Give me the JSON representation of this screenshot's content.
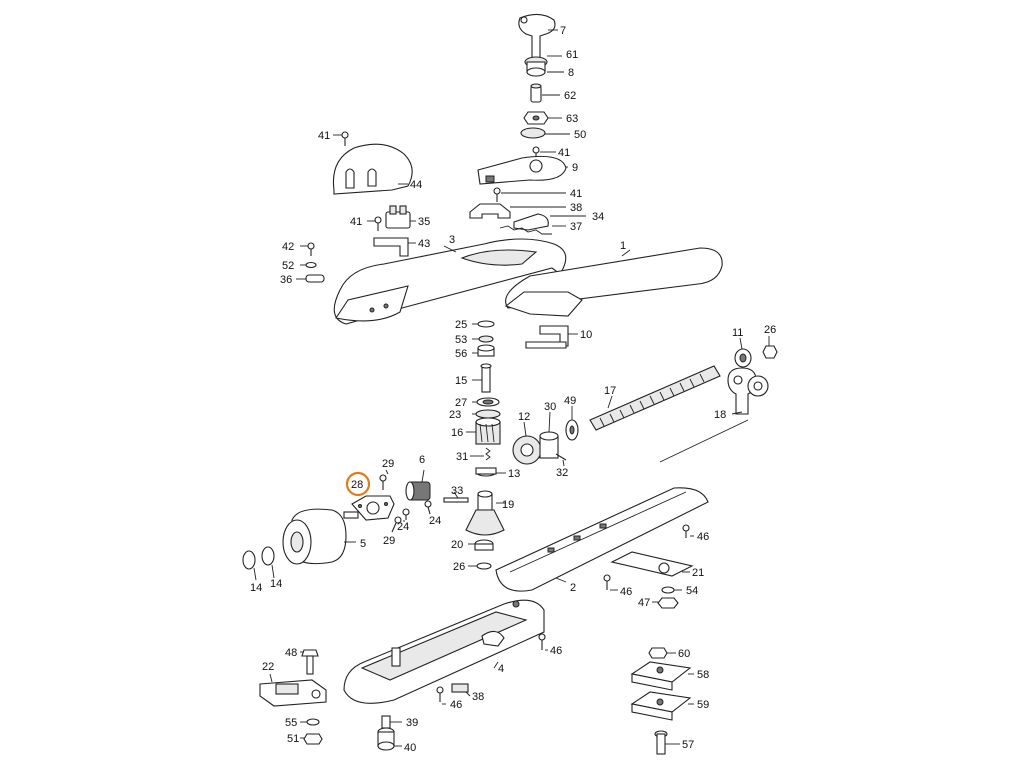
{
  "highlight": {
    "label": "28",
    "color": "#e07b1a"
  },
  "labels": [
    {
      "id": "p7",
      "text": "7"
    },
    {
      "id": "p61",
      "text": "61"
    },
    {
      "id": "p8",
      "text": "8"
    },
    {
      "id": "p62",
      "text": "62"
    },
    {
      "id": "p63",
      "text": "63"
    },
    {
      "id": "p50",
      "text": "50"
    },
    {
      "id": "p41a",
      "text": "41"
    },
    {
      "id": "p9",
      "text": "9"
    },
    {
      "id": "p41b",
      "text": "41"
    },
    {
      "id": "p38a",
      "text": "38"
    },
    {
      "id": "p34",
      "text": "34"
    },
    {
      "id": "p37",
      "text": "37"
    },
    {
      "id": "p41c",
      "text": "41"
    },
    {
      "id": "p44",
      "text": "44"
    },
    {
      "id": "p41d",
      "text": "41"
    },
    {
      "id": "p35",
      "text": "35"
    },
    {
      "id": "p43",
      "text": "43"
    },
    {
      "id": "p3",
      "text": "3"
    },
    {
      "id": "p1",
      "text": "1"
    },
    {
      "id": "p42",
      "text": "42"
    },
    {
      "id": "p52",
      "text": "52"
    },
    {
      "id": "p36",
      "text": "36"
    },
    {
      "id": "p25",
      "text": "25"
    },
    {
      "id": "p53",
      "text": "53"
    },
    {
      "id": "p56",
      "text": "56"
    },
    {
      "id": "p10",
      "text": "10"
    },
    {
      "id": "p11",
      "text": "11"
    },
    {
      "id": "p26a",
      "text": "26"
    },
    {
      "id": "p15",
      "text": "15"
    },
    {
      "id": "p17",
      "text": "17"
    },
    {
      "id": "p18",
      "text": "18"
    },
    {
      "id": "p27",
      "text": "27"
    },
    {
      "id": "p23",
      "text": "23"
    },
    {
      "id": "p12",
      "text": "12"
    },
    {
      "id": "p30",
      "text": "30"
    },
    {
      "id": "p49",
      "text": "49"
    },
    {
      "id": "p16",
      "text": "16"
    },
    {
      "id": "p31",
      "text": "31"
    },
    {
      "id": "p13",
      "text": "13"
    },
    {
      "id": "p32",
      "text": "32"
    },
    {
      "id": "p29a",
      "text": "29"
    },
    {
      "id": "p6",
      "text": "6"
    },
    {
      "id": "p28",
      "text": "28"
    },
    {
      "id": "p33",
      "text": "33"
    },
    {
      "id": "p19",
      "text": "19"
    },
    {
      "id": "p24a",
      "text": "24"
    },
    {
      "id": "p24b",
      "text": "24"
    },
    {
      "id": "p46a",
      "text": "46"
    },
    {
      "id": "p29b",
      "text": "29"
    },
    {
      "id": "p5",
      "text": "5"
    },
    {
      "id": "p20",
      "text": "20"
    },
    {
      "id": "p26b",
      "text": "26"
    },
    {
      "id": "p21",
      "text": "21"
    },
    {
      "id": "p2",
      "text": "2"
    },
    {
      "id": "p14a",
      "text": "14"
    },
    {
      "id": "p14b",
      "text": "14"
    },
    {
      "id": "p46b",
      "text": "46"
    },
    {
      "id": "p54",
      "text": "54"
    },
    {
      "id": "p47",
      "text": "47"
    },
    {
      "id": "p46c",
      "text": "46"
    },
    {
      "id": "p60",
      "text": "60"
    },
    {
      "id": "p48",
      "text": "48"
    },
    {
      "id": "p22",
      "text": "22"
    },
    {
      "id": "p58",
      "text": "58"
    },
    {
      "id": "p4",
      "text": "4"
    },
    {
      "id": "p38b",
      "text": "38"
    },
    {
      "id": "p46d",
      "text": "46"
    },
    {
      "id": "p59",
      "text": "59"
    },
    {
      "id": "p55",
      "text": "55"
    },
    {
      "id": "p39",
      "text": "39"
    },
    {
      "id": "p51",
      "text": "51"
    },
    {
      "id": "p40",
      "text": "40"
    },
    {
      "id": "p57",
      "text": "57"
    }
  ]
}
